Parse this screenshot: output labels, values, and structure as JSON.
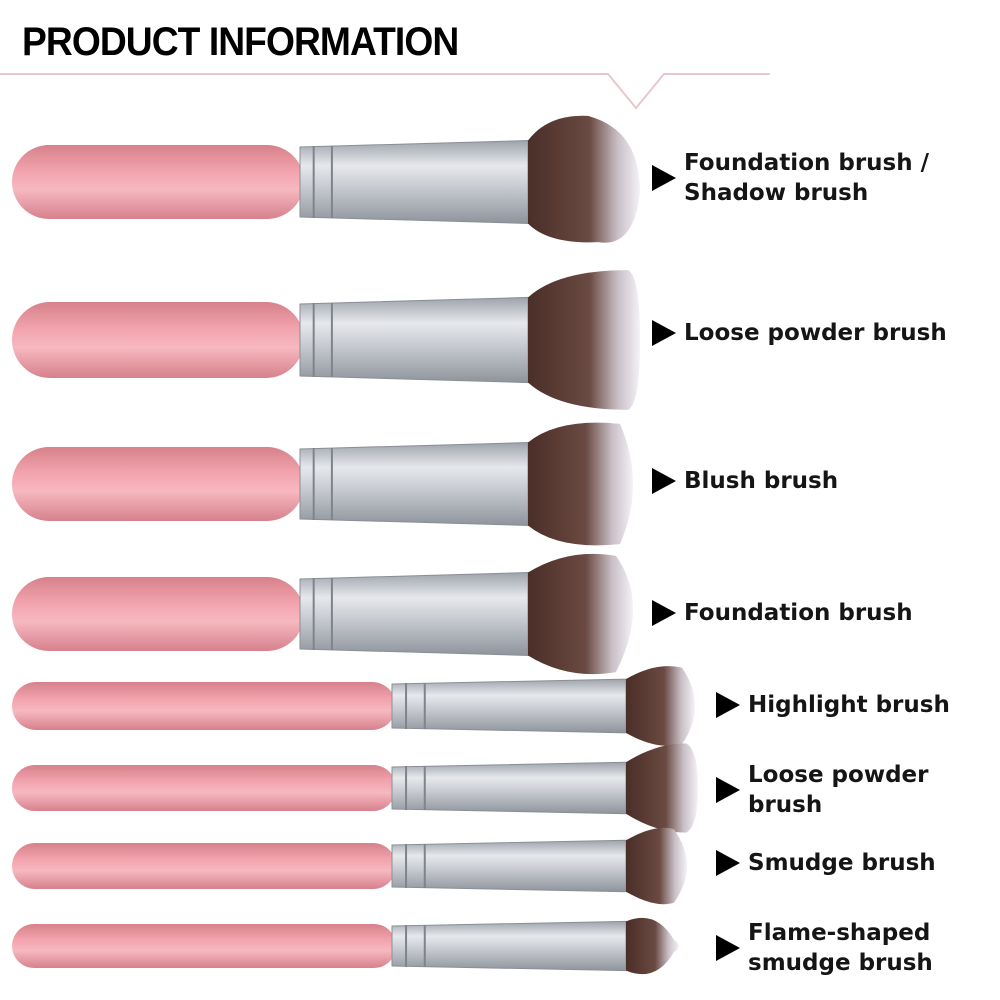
{
  "header": {
    "title": "PRODUCT INFORMATION"
  },
  "colors": {
    "handle": "#f2a3ad",
    "handle_dark": "#d6818c",
    "ferrule": "#c9ccd2",
    "bristle_dark": "#4a2e28",
    "bristle_tip": "#f4f2f7",
    "divider": "#e9c7cc"
  },
  "brushes": [
    {
      "label_lines": [
        "Foundation brush /",
        "Shadow brush"
      ],
      "icon": "angled-brush-icon"
    },
    {
      "label_lines": [
        "Loose powder brush"
      ],
      "icon": "flat-powder-brush-icon"
    },
    {
      "label_lines": [
        "Blush brush"
      ],
      "icon": "rounded-blush-brush-icon"
    },
    {
      "label_lines": [
        "Foundation brush"
      ],
      "icon": "domed-foundation-brush-icon"
    },
    {
      "label_lines": [
        "Highlight brush"
      ],
      "icon": "small-highlight-brush-icon"
    },
    {
      "label_lines": [
        "Loose powder",
        "brush"
      ],
      "icon": "small-powder-brush-icon"
    },
    {
      "label_lines": [
        "Smudge brush"
      ],
      "icon": "smudge-brush-icon"
    },
    {
      "label_lines": [
        "Flame-shaped",
        "smudge brush"
      ],
      "icon": "flame-smudge-brush-icon"
    }
  ]
}
